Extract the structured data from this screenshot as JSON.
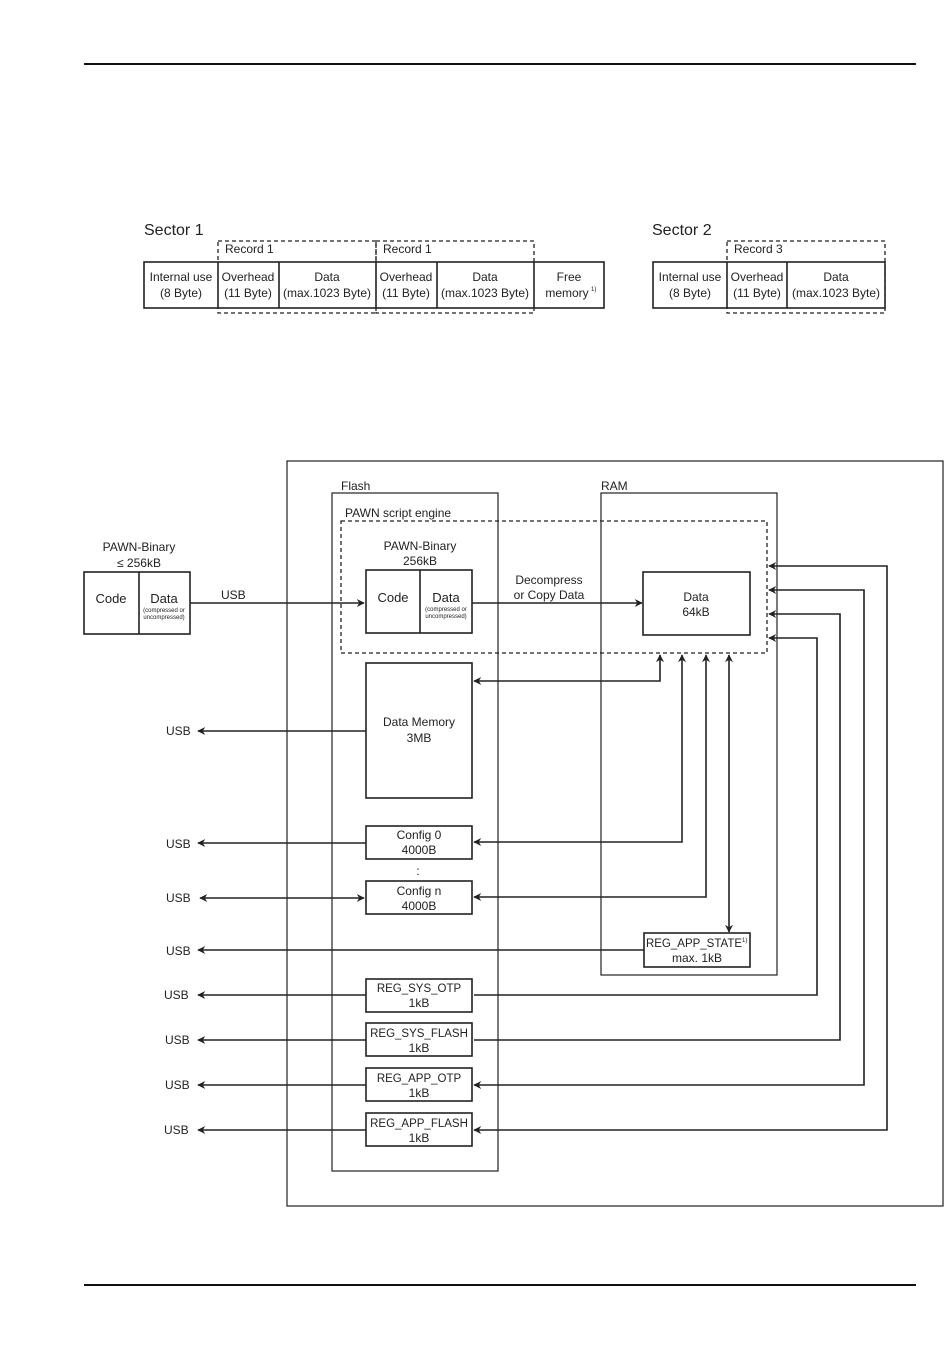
{
  "sector_layout": {
    "sector1": {
      "title": "Sector 1",
      "records": [
        "Record 1",
        "Record 1"
      ],
      "cells": [
        {
          "line1": "Internal use",
          "line2": "(8 Byte)"
        },
        {
          "line1": "Overhead",
          "line2": "(11 Byte)"
        },
        {
          "line1": "Data",
          "line2": "(max.1023 Byte)"
        },
        {
          "line1": "Overhead",
          "line2": "(11 Byte)"
        },
        {
          "line1": "Data",
          "line2": "(max.1023 Byte)"
        },
        {
          "line1": "Free",
          "line2": "memory",
          "footnote": "1)"
        }
      ]
    },
    "sector2": {
      "title": "Sector 2",
      "records": [
        "Record 3"
      ],
      "cells": [
        {
          "line1": "Internal use",
          "line2": "(8 Byte)"
        },
        {
          "line1": "Overhead",
          "line2": "(11 Byte)"
        },
        {
          "line1": "Data",
          "line2": "(max.1023 Byte)"
        }
      ]
    }
  },
  "memory_diagram": {
    "external_binary": {
      "title": "PAWN-Binary",
      "size": "≤ 256kB",
      "code": "Code",
      "data": "Data",
      "data_note1": "(compressed or",
      "data_note2": "uncompressed)"
    },
    "usb_in_label": "USB",
    "flash_label": "Flash",
    "ram_label": "RAM",
    "engine_label": "PAWN script engine",
    "internal_binary": {
      "title": "PAWN-Binary",
      "size": "256kB",
      "code": "Code",
      "data": "Data",
      "data_note1": "(compressed or",
      "data_note2": "uncompressed)"
    },
    "decompress_line1": "Decompress",
    "decompress_line2": "or Copy Data",
    "ram_data": {
      "line1": "Data",
      "line2": "64kB"
    },
    "data_memory": {
      "line1": "Data Memory",
      "line2": "3MB"
    },
    "config0": {
      "line1": "Config 0",
      "line2": "4000B"
    },
    "config_ellipsis": ":",
    "confign": {
      "line1": "Config n",
      "line2": "4000B"
    },
    "reg_app_state": {
      "line1": "REG_APP_STATE",
      "footnote": "1)",
      "line2": "max. 1kB"
    },
    "reg_sys_otp": {
      "line1": "REG_SYS_OTP",
      "line2": "1kB"
    },
    "reg_sys_flash": {
      "line1": "REG_SYS_FLASH",
      "line2": "1kB"
    },
    "reg_app_otp": {
      "line1": "REG_APP_OTP",
      "line2": "1kB"
    },
    "reg_app_flash": {
      "line1": "REG_APP_FLASH",
      "line2": "1kB"
    },
    "usb_labels": [
      "USB",
      "USB",
      "USB",
      "USB",
      "USB",
      "USB",
      "USB",
      "USB"
    ]
  }
}
